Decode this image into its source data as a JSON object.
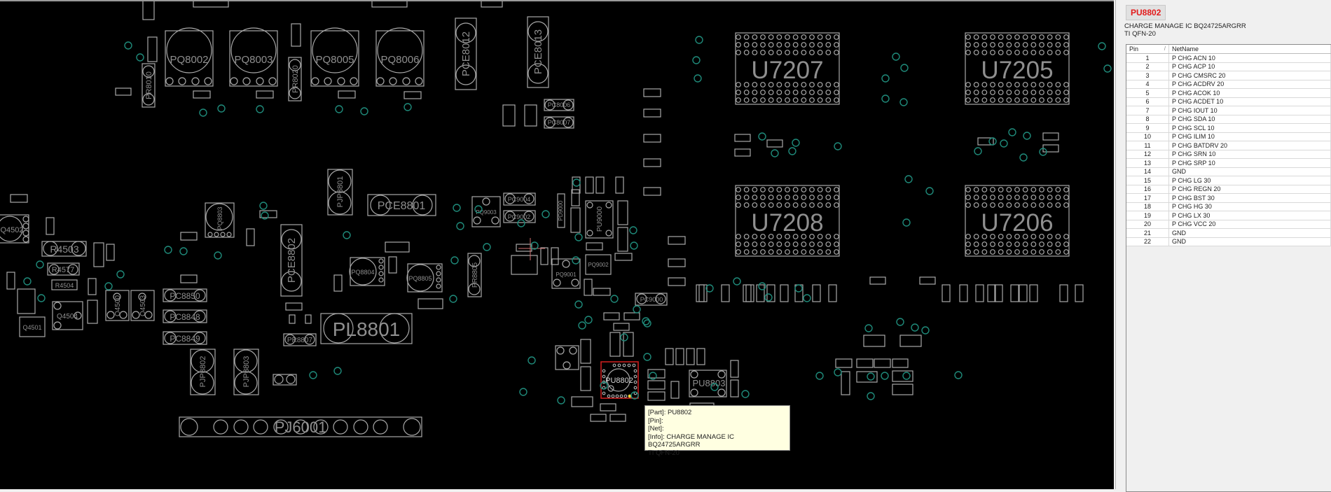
{
  "selected_part": {
    "name": "PU8802",
    "description_line1": "CHARGE MANAGE IC BQ24725ARGRR",
    "description_line2": "TI QFN-20"
  },
  "pin_table": {
    "columns": [
      "Pin",
      "NetName"
    ],
    "sort_indicator": "/",
    "rows": [
      {
        "pin": "1",
        "net": "P CHG ACN 10"
      },
      {
        "pin": "2",
        "net": "P CHG ACP 10"
      },
      {
        "pin": "3",
        "net": "P CHG CMSRC 20"
      },
      {
        "pin": "4",
        "net": "P CHG ACDRV 20"
      },
      {
        "pin": "5",
        "net": "P CHG ACOK 10"
      },
      {
        "pin": "6",
        "net": "P CHG ACDET 10"
      },
      {
        "pin": "7",
        "net": "P CHG IOUT 10"
      },
      {
        "pin": "8",
        "net": "P CHG SDA 10"
      },
      {
        "pin": "9",
        "net": "P CHG SCL 10"
      },
      {
        "pin": "10",
        "net": "P CHG ILIM 10"
      },
      {
        "pin": "11",
        "net": "P CHG BATDRV 20"
      },
      {
        "pin": "12",
        "net": "P CHG SRN 10"
      },
      {
        "pin": "13",
        "net": "P CHG SRP 10"
      },
      {
        "pin": "14",
        "net": "GND"
      },
      {
        "pin": "15",
        "net": "P CHG LG 30"
      },
      {
        "pin": "16",
        "net": "P CHG REGN 20"
      },
      {
        "pin": "17",
        "net": "P CHG BST 30"
      },
      {
        "pin": "18",
        "net": "P CHG HG 30"
      },
      {
        "pin": "19",
        "net": "P CHG LX 30"
      },
      {
        "pin": "20",
        "net": "P CHG VCC 20"
      },
      {
        "pin": "21",
        "net": "GND"
      },
      {
        "pin": "22",
        "net": "GND"
      }
    ]
  },
  "tooltip": {
    "part": "[Part]: PU8802",
    "pin": "[Pin]:",
    "net": "[Net]:",
    "info_line1": "[Info]: CHARGE MANAGE IC BQ24725ARGRR",
    "info_line2": "TI QFN-20"
  },
  "board": {
    "highlight_color": "#c81e1e",
    "via_color": "#1f8a7a",
    "outline_color": "#a8a8a8",
    "component_labels": {
      "pq8002": "PQ8002",
      "pq8003": "PQ8003",
      "pq8005": "PQ8005",
      "pq8006": "PQ8006",
      "pr8010": "PR8010",
      "pr8020": "PR8020",
      "pce8012": "PCE8012",
      "pce8013": "PCE8013",
      "pc8006": "PC8006",
      "pc8007": "PC8007",
      "u7207": "U7207",
      "u7205": "U7205",
      "u7208": "U7208",
      "u7206": "U7206",
      "q4502": "Q4502",
      "r4503": "R4503",
      "r4577": "R4577",
      "r4504": "R4504",
      "q4504": "Q4504",
      "q4501": "Q4501",
      "q4500": "Q4500",
      "q4503": "Q4503",
      "pq8803": "PQ8803",
      "pce8802": "PCE8802",
      "pjp8801": "PJP8801",
      "pce8801": "PCE8801",
      "pq8804": "PQ8804",
      "pq8805": "PQ8805",
      "pr8805": "PR8805",
      "pl8801": "PL8801",
      "pr8807": "PR8807",
      "pc8850": "PC8850",
      "pc8848": "PC8848",
      "pc8849": "PC8849",
      "pjp8802": "PJP8802",
      "pjp8803": "PJP8803",
      "pj6001": "PJ6001",
      "pq9003": "PQ9003",
      "pc9004": "PC9004",
      "pc9002": "PC9002",
      "pd9000": "PD9000",
      "pu9000": "PU9000",
      "pq9001": "PQ9001",
      "pq9002": "PQ9002",
      "pc9000": "PC9000",
      "pu8802": "PU8802",
      "pu8803": "PU8803"
    }
  }
}
